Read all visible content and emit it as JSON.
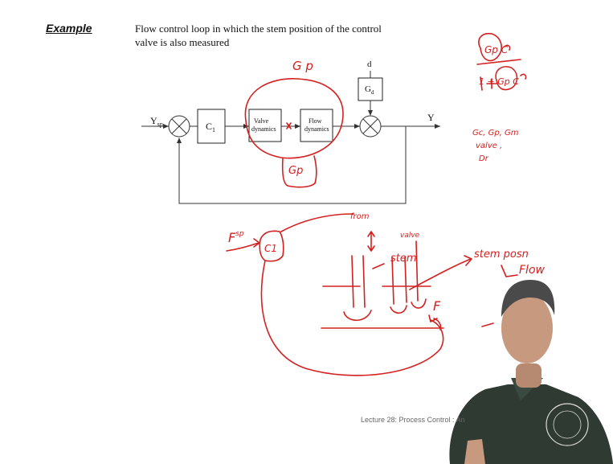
{
  "slide": {
    "example_label": "Example",
    "heading": "Flow control loop in which the stem position of the control valve is also measured",
    "footer": "Lecture 28: Process Control : An"
  },
  "diagram": {
    "input_label": "Y",
    "input_sub": "sp",
    "output_label": "Y",
    "disturbance_label": "d",
    "controller": {
      "main": "C",
      "sub": "1"
    },
    "valve_block": [
      "Valve",
      "dynamics"
    ],
    "flow_block": [
      "Flow",
      "dynamics"
    ],
    "disturbance_block": {
      "main": "G",
      "sub": "d"
    }
  },
  "annotations": {
    "gp_top": "G p",
    "gp_box": "Gp",
    "fsp": "F",
    "fsp_sup": "sp",
    "c1": "C1",
    "flow_label": "F",
    "from_label": "from",
    "stem_note": "stem",
    "valve_note": "valve",
    "stem_position_note": "stem posn",
    "flow_note": "Flow",
    "tf_numerator": "Gp C",
    "tf_denominator": "1 + Gp C",
    "side_notes": [
      "Gc, Gp, Gm",
      "valve ,",
      "Dr"
    ]
  },
  "colors": {
    "ink": "#d42020",
    "presenter_shirt": "#2f3a32"
  }
}
